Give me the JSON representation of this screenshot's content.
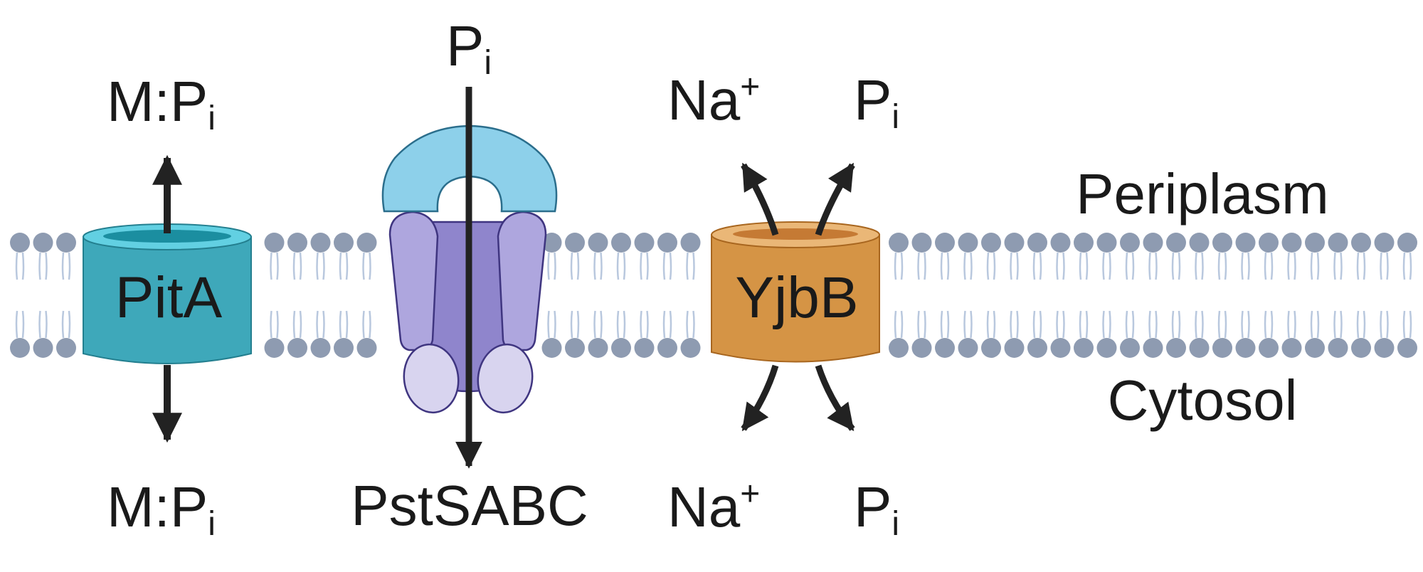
{
  "proteins": {
    "pita": {
      "label": "PitA",
      "color": "#3ea8ba"
    },
    "pstsabc": {
      "label": "PstSABC",
      "color_binding": "#8dd0ea",
      "color_core": "#8f85cc",
      "color_tm": "#aea6de",
      "color_nbd": "#d8d4ef"
    },
    "yjbb": {
      "label": "YjbB",
      "color": "#d59445"
    }
  },
  "compartments": {
    "periplasm": "Periplasm",
    "cytosol": "Cytosol"
  },
  "substrates": {
    "pita_top": {
      "main": "M:P",
      "sub": "i"
    },
    "pita_bottom": {
      "main": "M:P",
      "sub": "i"
    },
    "pst_top": {
      "main": "P",
      "sub": "i"
    },
    "yjbb_na_top": {
      "main": "Na",
      "sup": "+"
    },
    "yjbb_pi_top": {
      "main": "P",
      "sub": "i"
    },
    "yjbb_na_bottom": {
      "main": "Na",
      "sup": "+"
    },
    "yjbb_pi_bottom": {
      "main": "P",
      "sub": "i"
    }
  },
  "membrane": {
    "head_color": "#8e9bb1",
    "tail_color": "#b9c8de"
  }
}
